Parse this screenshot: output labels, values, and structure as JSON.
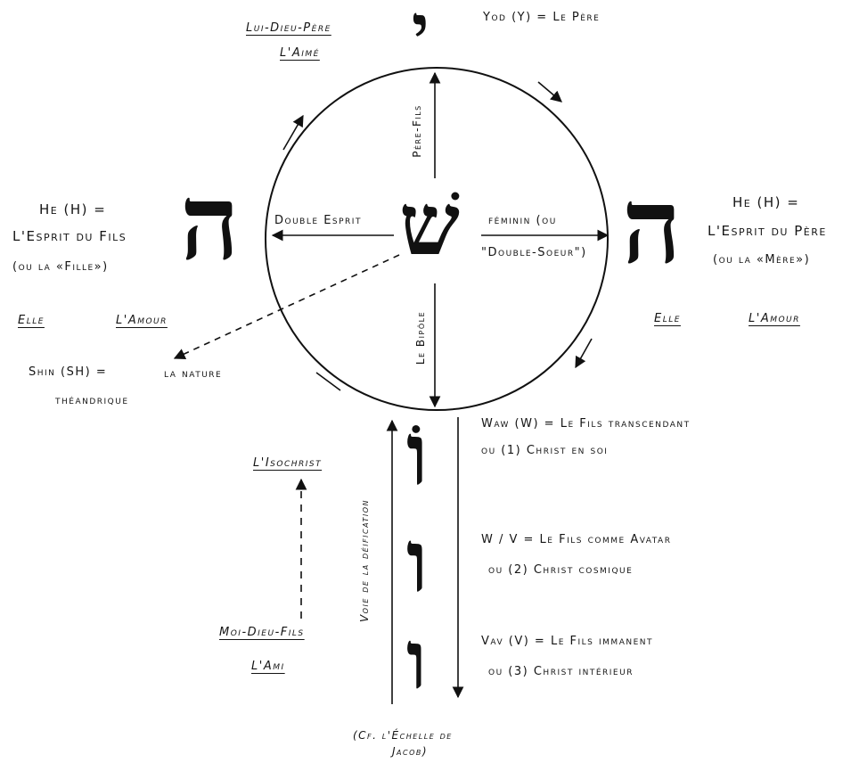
{
  "letters": {
    "yod": "י",
    "he_left": "ה",
    "he_right": "ה",
    "shin": "שׁ",
    "waw": "וֹ",
    "wv": "ו",
    "vav": "ו"
  },
  "top": {
    "lui_dieu_pere": "Lui-Dieu-Père",
    "l_aime": "L'Aimé",
    "yod_label": "Yod (Y) = Le Père"
  },
  "left": {
    "he_line1": "He (H) =",
    "he_line2": "L'Esprit du Fils",
    "he_line3": "(ou la «Fille»)",
    "elle": "Elle",
    "l_amour": "L'Amour",
    "shin_line1": "Shin (SH) =",
    "shin_line1b": "la nature",
    "shin_line2": "théandrique"
  },
  "right": {
    "he_line1": "He (H) =",
    "he_line2": "L'Esprit du Père",
    "he_line3": "(ou la «Mère»)",
    "elle": "Elle",
    "l_amour": "L'Amour"
  },
  "circle": {
    "pere_fils": "Père-Fils",
    "double_esprit": "Double Esprit",
    "feminin": "féminin (ou",
    "double_soeur": "\"Double-Soeur\")",
    "le_bipole": "Le Bipôle"
  },
  "bottom": {
    "l_isochrist": "L'Isochrist",
    "moi_dieu_fils": "Moi-Dieu-Fils",
    "l_ami": "L'Ami",
    "voie": "Voie de la déification",
    "waw_line1": "Waw (W) = Le Fils transcendant",
    "waw_line2": "ou (1) Christ en soi",
    "wv_line1": "W / V = Le Fils comme Avatar",
    "wv_line2": "ou (2) Christ cosmique",
    "vav_line1": "Vav (V) = Le Fils immanent",
    "vav_line2": "ou (3) Christ intérieur",
    "cf_line1": "(Cf. l'Échelle de",
    "cf_line2": "Jacob)"
  }
}
